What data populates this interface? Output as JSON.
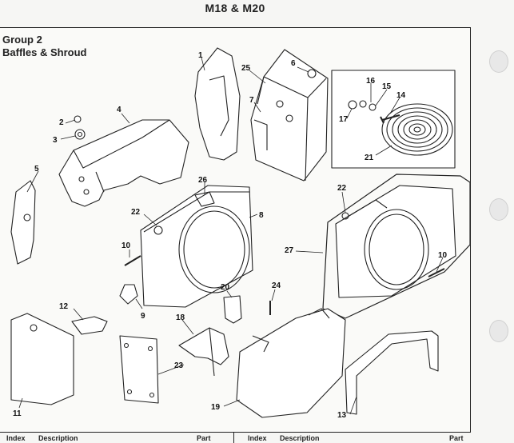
{
  "header": {
    "title": "M18 & M20"
  },
  "group": {
    "line1": "Group 2",
    "line2": "Baffles & Shroud"
  },
  "callouts": [
    "1",
    "2",
    "3",
    "4",
    "5",
    "6",
    "7",
    "8",
    "9",
    "10",
    "10",
    "11",
    "12",
    "13",
    "14",
    "15",
    "16",
    "17",
    "18",
    "19",
    "20",
    "21",
    "22",
    "22",
    "23",
    "24",
    "25",
    "26",
    "27"
  ],
  "footer": {
    "left_index": "Index",
    "left_description": "Description",
    "left_part": "Part",
    "right_index": "Index",
    "right_description": "Description",
    "right_part": "Part"
  }
}
